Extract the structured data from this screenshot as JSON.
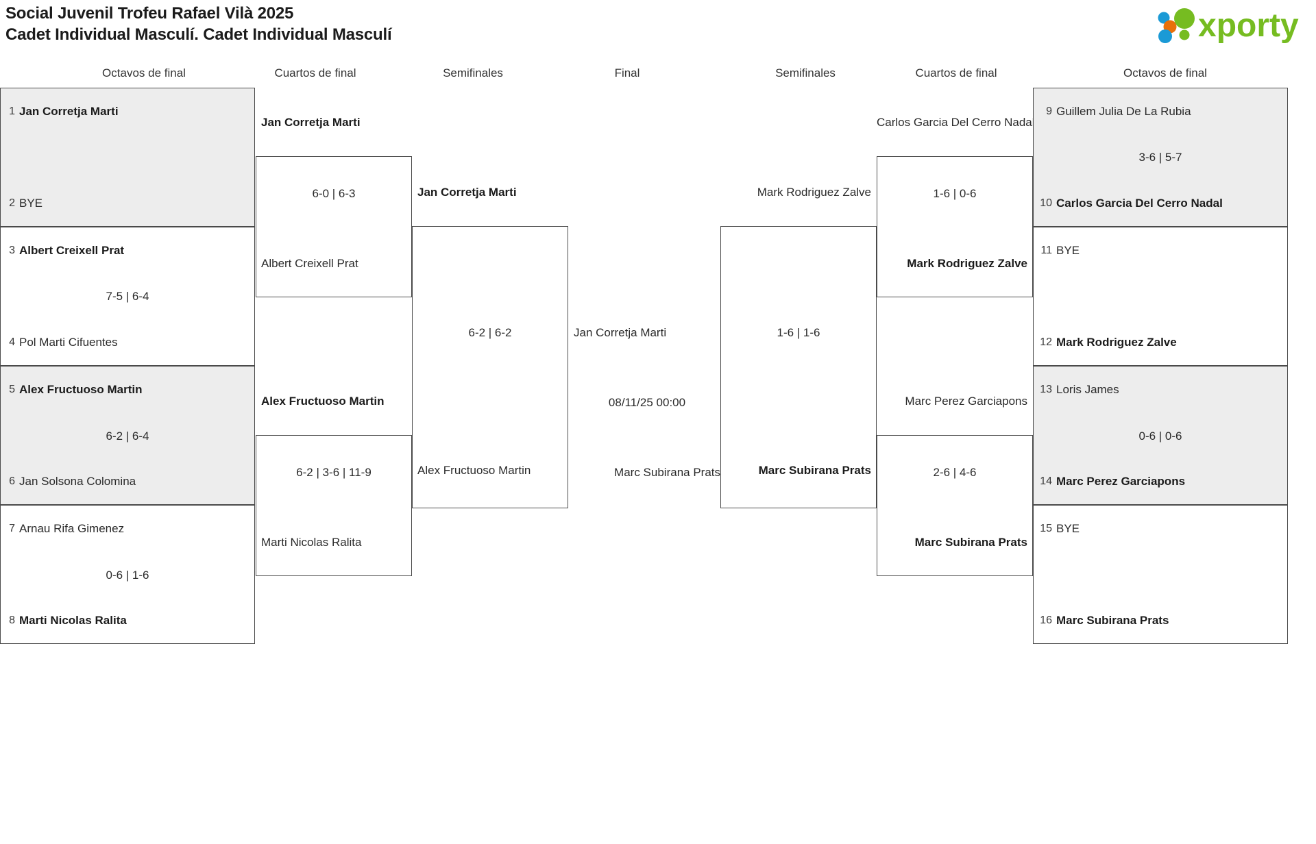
{
  "header": {
    "title_line1": "Social Juvenil Trofeu Rafael Vilà 2025",
    "title_line2": "Cadet Individual Masculí. Cadet Individual Masculí",
    "logo_text": "xporty",
    "logo_colors": {
      "green": "#76bc21",
      "blue": "#1b9ad6",
      "orange": "#e8700a"
    }
  },
  "round_headers": {
    "left_r16": "Octavos de final",
    "left_qf": "Cuartos de final",
    "left_sf": "Semifinales",
    "final": "Final",
    "right_sf": "Semifinales",
    "right_qf": "Cuartos de final",
    "right_r16": "Octavos de final"
  },
  "left_round16": [
    {
      "top_seed": "1",
      "top_player": "Jan Corretja Marti",
      "top_winner": true,
      "bottom_seed": "2",
      "bottom_player": "BYE",
      "bottom_winner": false,
      "score": "",
      "shaded": true
    },
    {
      "top_seed": "3",
      "top_player": "Albert Creixell Prat",
      "top_winner": true,
      "bottom_seed": "4",
      "bottom_player": "Pol Marti Cifuentes",
      "bottom_winner": false,
      "score": "7-5 | 6-4",
      "shaded": false
    },
    {
      "top_seed": "5",
      "top_player": "Alex Fructuoso Martin",
      "top_winner": true,
      "bottom_seed": "6",
      "bottom_player": "Jan Solsona Colomina",
      "bottom_winner": false,
      "score": "6-2 | 6-4",
      "shaded": true
    },
    {
      "top_seed": "7",
      "top_player": "Arnau Rifa Gimenez",
      "top_winner": false,
      "bottom_seed": "8",
      "bottom_player": "Marti Nicolas Ralita",
      "bottom_winner": true,
      "score": "0-6 | 1-6",
      "shaded": false
    }
  ],
  "right_round16": [
    {
      "top_seed": "9",
      "top_player": "Guillem Julia De La Rubia",
      "top_winner": false,
      "bottom_seed": "10",
      "bottom_player": "Carlos Garcia Del Cerro Nadal",
      "bottom_winner": true,
      "score": "3-6 | 5-7",
      "shaded": true
    },
    {
      "top_seed": "11",
      "top_player": "BYE",
      "top_winner": false,
      "bottom_seed": "12",
      "bottom_player": "Mark Rodriguez Zalve",
      "bottom_winner": true,
      "score": "",
      "shaded": false
    },
    {
      "top_seed": "13",
      "top_player": "Loris James",
      "top_winner": false,
      "bottom_seed": "14",
      "bottom_player": "Marc Perez Garciapons",
      "bottom_winner": true,
      "score": "0-6 | 0-6",
      "shaded": true
    },
    {
      "top_seed": "15",
      "top_player": "BYE",
      "top_winner": false,
      "bottom_seed": "16",
      "bottom_player": "Marc Subirana Prats",
      "bottom_winner": true,
      "score": "",
      "shaded": false
    }
  ],
  "left_quarters": [
    {
      "top_player": "Jan Corretja Marti",
      "top_winner": true,
      "bottom_player": "Albert Creixell Prat",
      "bottom_winner": false,
      "score": "6-0 | 6-3"
    },
    {
      "top_player": "Alex Fructuoso Martin",
      "top_winner": true,
      "bottom_player": "Marti Nicolas Ralita",
      "bottom_winner": false,
      "score": "6-2 | 3-6 | 11-9"
    }
  ],
  "right_quarters": [
    {
      "top_player": "Carlos Garcia Del Cerro Nadal",
      "top_winner": false,
      "bottom_player": "Mark Rodriguez Zalve",
      "bottom_winner": true,
      "score": "1-6 | 0-6"
    },
    {
      "top_player": "Marc Perez Garciapons",
      "top_winner": false,
      "bottom_player": "Marc Subirana Prats",
      "bottom_winner": true,
      "score": "2-6 | 4-6"
    }
  ],
  "left_semi": {
    "top_player": "Jan Corretja Marti",
    "top_winner": true,
    "bottom_player": "Alex Fructuoso Martin",
    "bottom_winner": false,
    "score": "6-2 | 6-2"
  },
  "right_semi": {
    "top_player": "Mark Rodriguez Zalve",
    "top_winner": false,
    "bottom_player": "Marc Subirana Prats",
    "bottom_winner": true,
    "score": "1-6 | 1-6"
  },
  "final": {
    "top_player": "Jan Corretja Marti",
    "top_winner": false,
    "bottom_player": "Marc Subirana Prats",
    "bottom_winner": false,
    "score": "08/11/25 00:00"
  }
}
